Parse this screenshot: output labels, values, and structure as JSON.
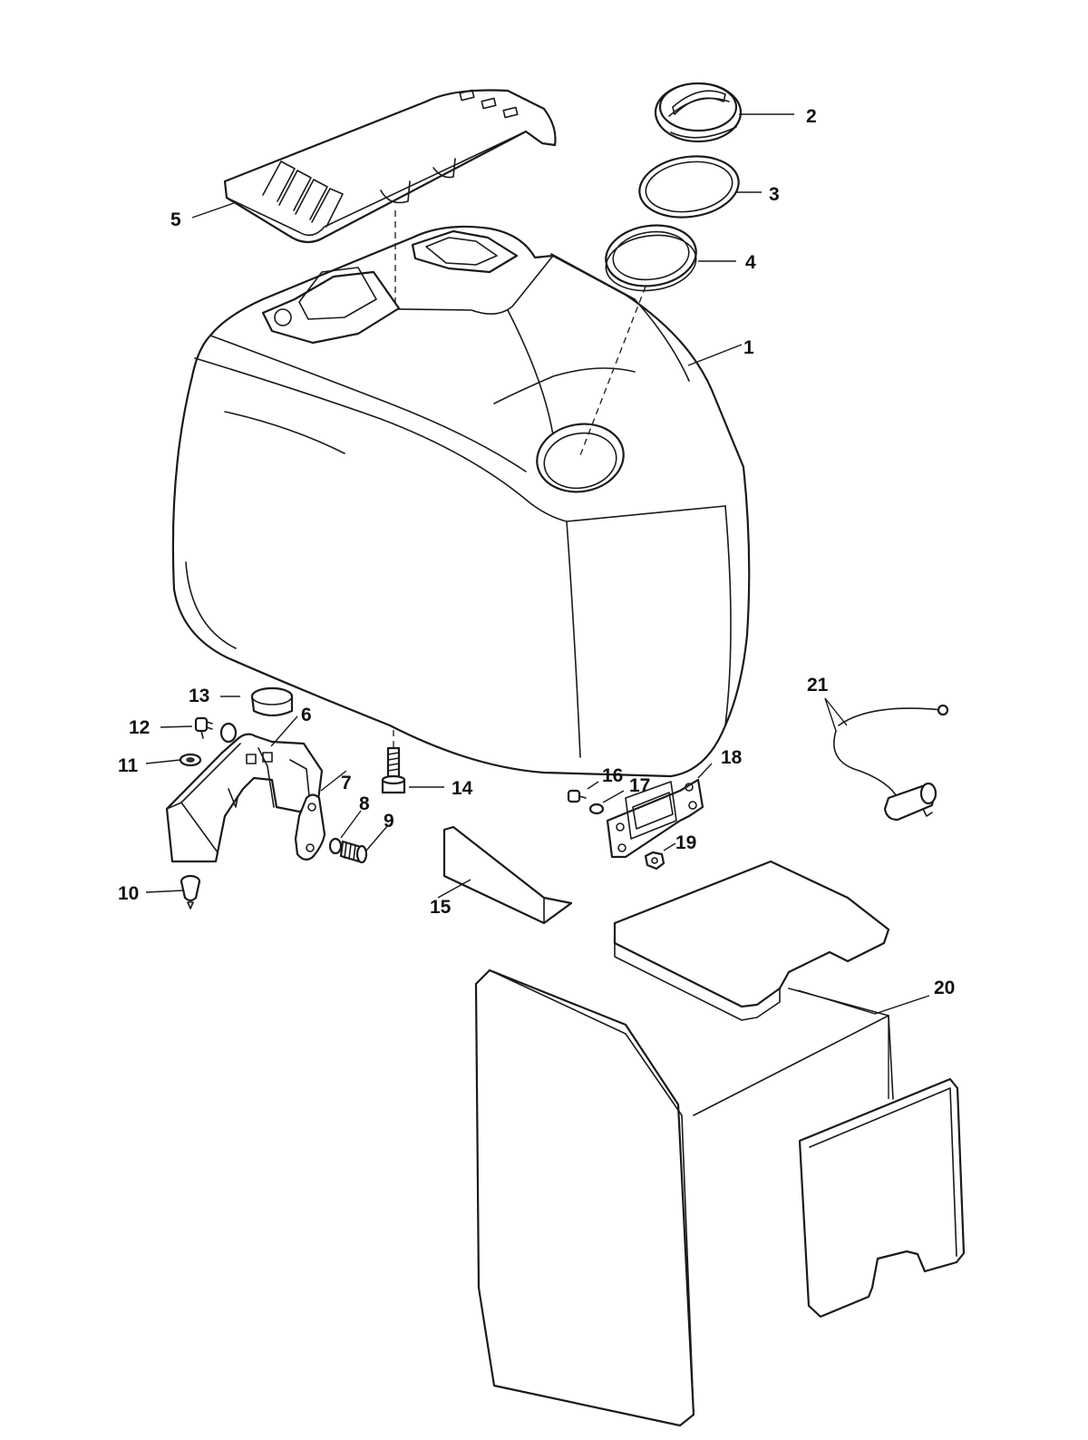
{
  "callouts": {
    "c1": "1",
    "c2": "2",
    "c3": "3",
    "c4": "4",
    "c5": "5",
    "c6": "6",
    "c7": "7",
    "c8": "8",
    "c9": "9",
    "c10": "10",
    "c11": "11",
    "c12": "12",
    "c13": "13",
    "c14": "14",
    "c15": "15",
    "c16": "16",
    "c17": "17",
    "c18": "18",
    "c19": "19",
    "c20": "20",
    "c21": "21"
  },
  "colors": {
    "line": "#1a1a1a",
    "background": "#ffffff",
    "shade": "#d9d9d9"
  }
}
